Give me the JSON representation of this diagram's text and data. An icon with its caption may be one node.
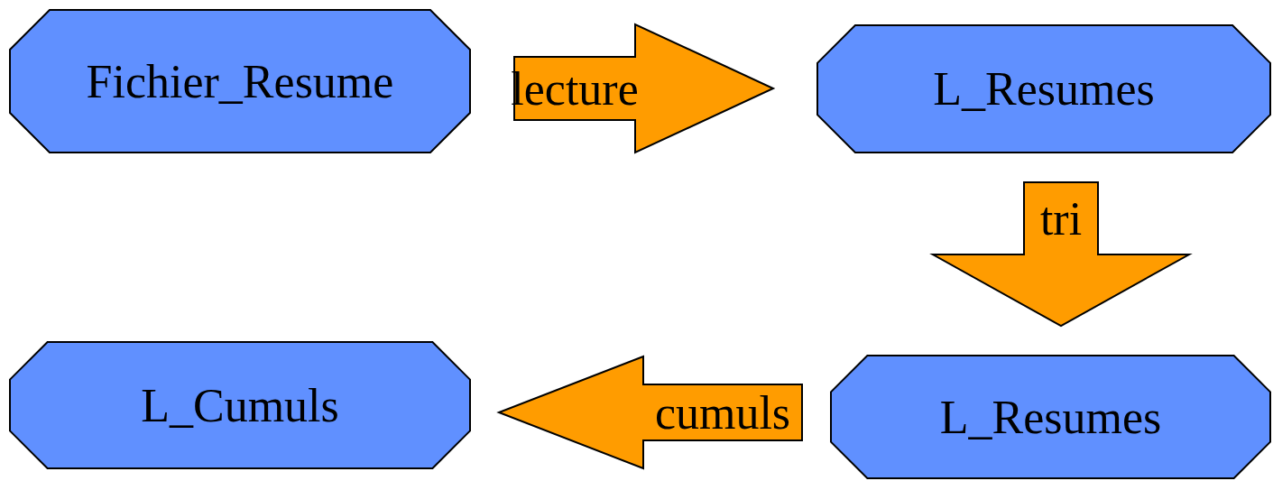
{
  "diagram": {
    "nodes": [
      {
        "text": [
          "Fichier_Resume"
        ]
      },
      {
        "text": [
          "L_Resumes"
        ]
      },
      {
        "text": [
          "L_Resumes"
        ]
      },
      {
        "text": [
          "L_Cumuls"
        ]
      }
    ],
    "edges": [
      {
        "from": 0,
        "to": 1,
        "arrow": "to",
        "label": "lecture"
      },
      {
        "from": 1,
        "to": 2,
        "arrow": "to",
        "label": "tri"
      },
      {
        "from": 2,
        "to": 3,
        "arrow": "to",
        "label": "cumuls"
      }
    ]
  }
}
